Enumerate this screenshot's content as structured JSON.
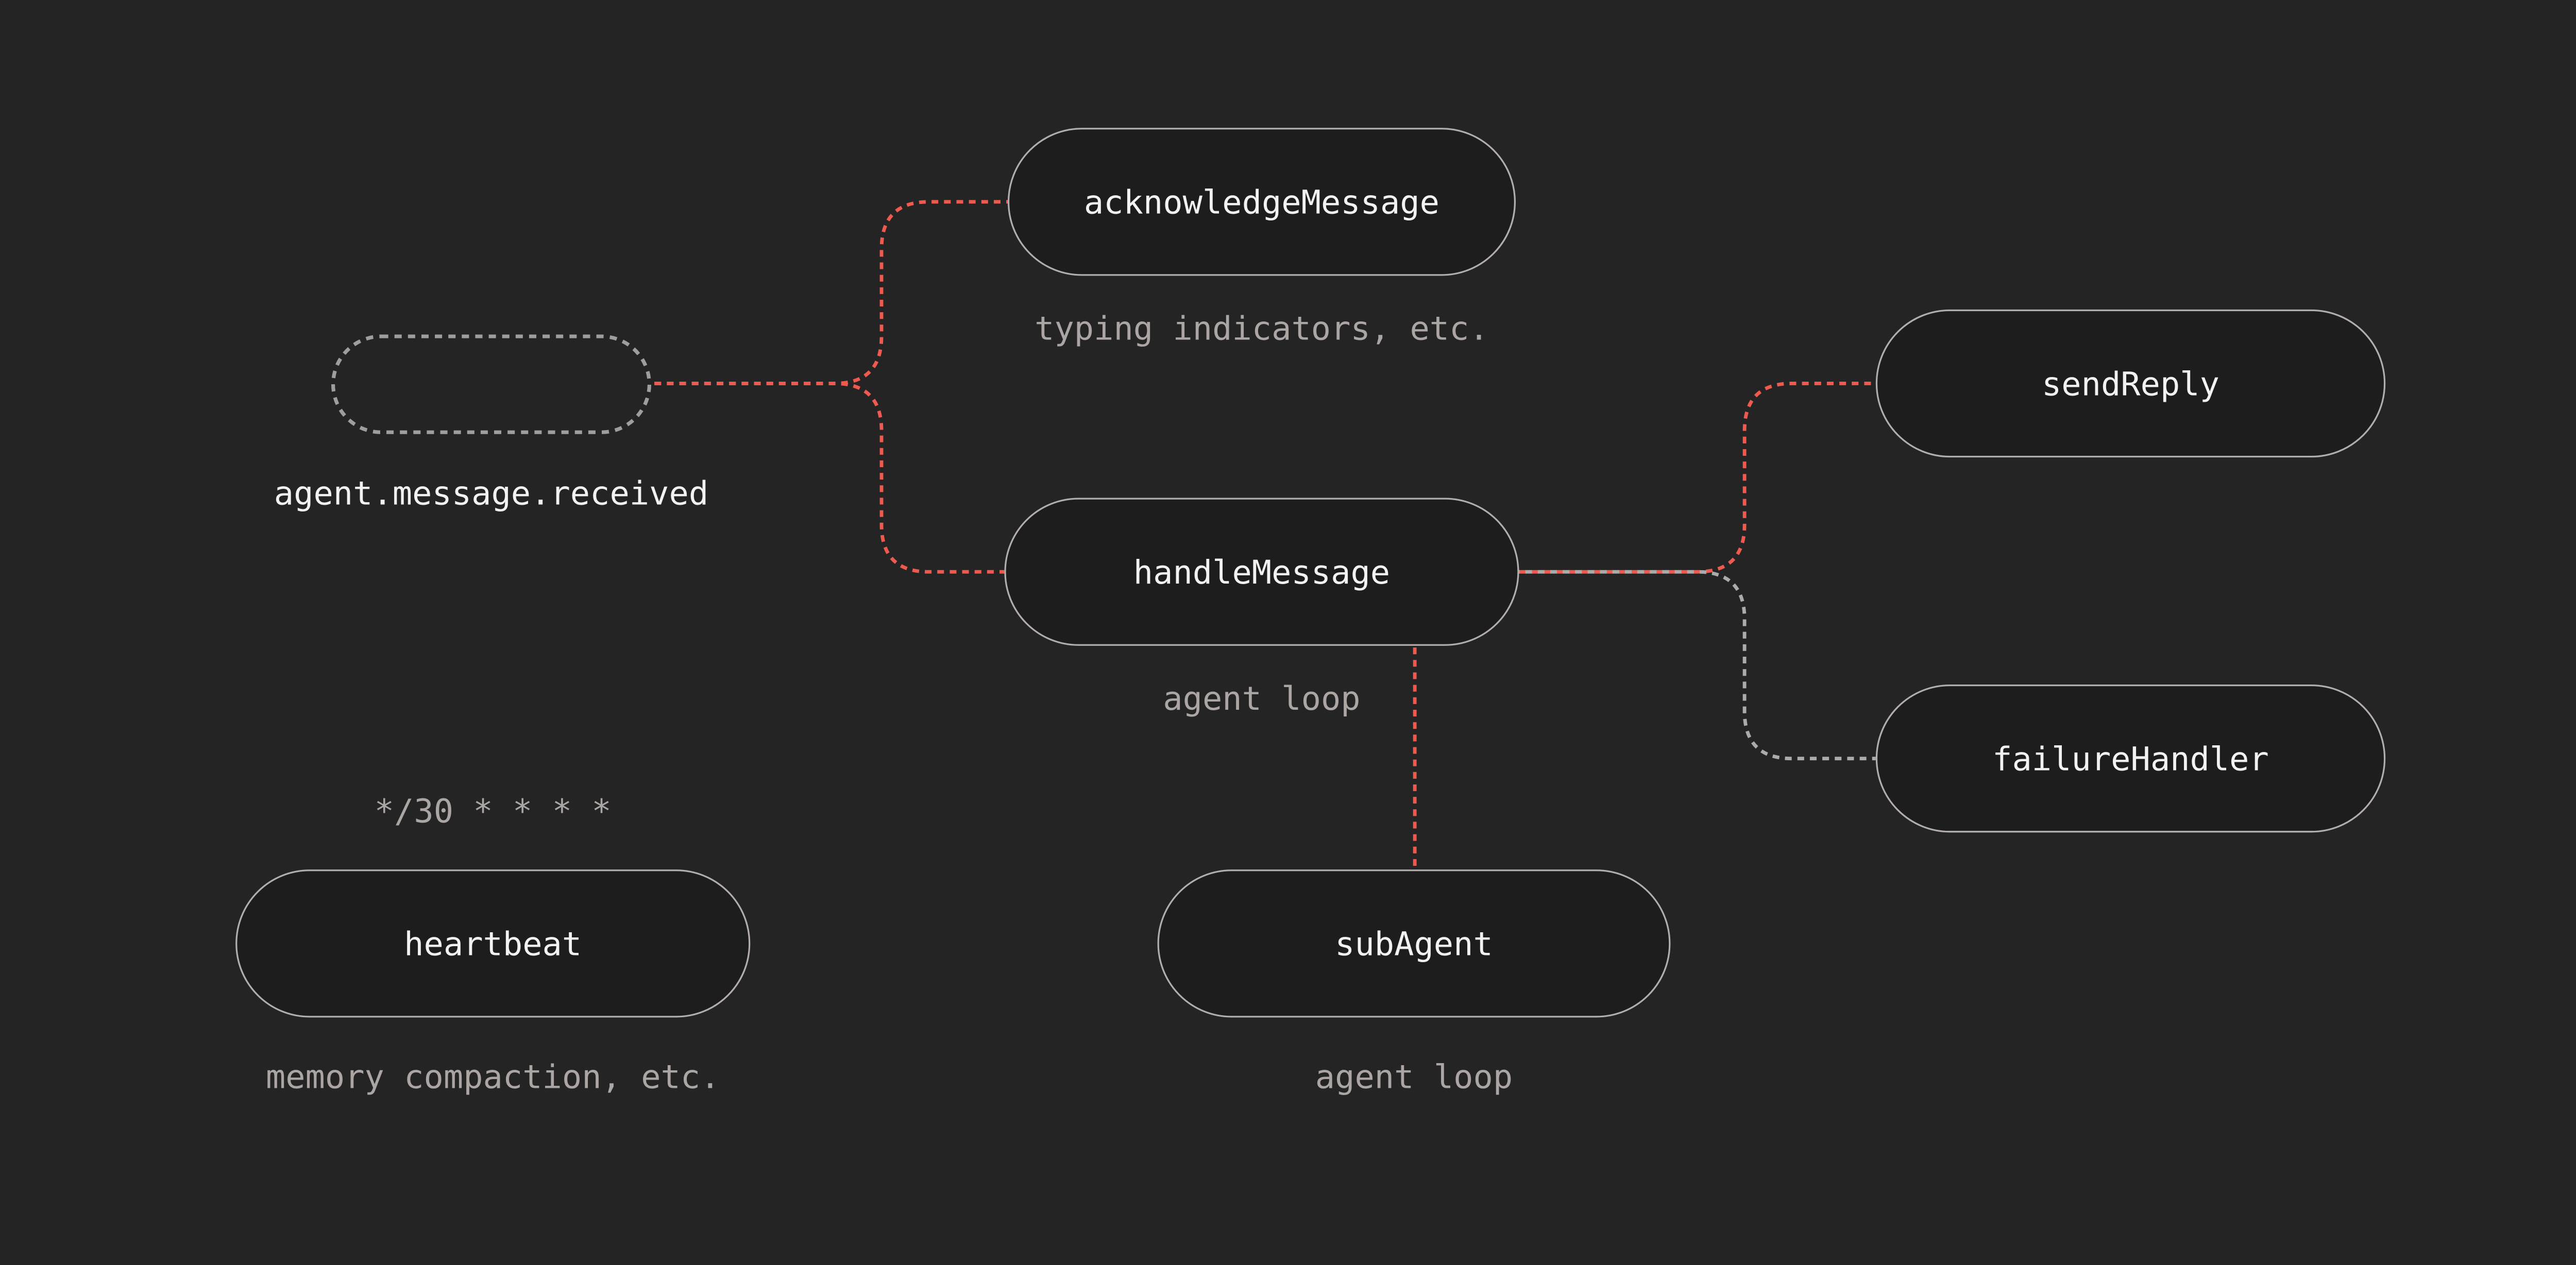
{
  "palette": {
    "background": "#242424",
    "node_fill": "#1d1d1d",
    "node_border": "#b3adad",
    "event_node_border": "#9e9e9e",
    "edge_red": "#ee5a4f",
    "edge_gray": "#ababab",
    "label_white": "#f4f2f1",
    "caption_gray": "#aba5a3"
  },
  "diagram": {
    "event": {
      "label": "agent.message.received"
    },
    "acknowledge": {
      "label": "acknowledgeMessage",
      "caption": "typing indicators, etc."
    },
    "handle": {
      "label": "handleMessage",
      "caption": "agent loop"
    },
    "send_reply": {
      "label": "sendReply"
    },
    "failure_handler": {
      "label": "failureHandler"
    },
    "heartbeat": {
      "label": "heartbeat",
      "schedule": "*/30 * * * *",
      "caption": "memory compaction, etc."
    },
    "sub_agent": {
      "label": "subAgent",
      "caption": "agent loop"
    }
  },
  "edges": [
    {
      "from": "event",
      "to": "acknowledge",
      "color": "red",
      "style": "dashed"
    },
    {
      "from": "event",
      "to": "handle",
      "color": "red",
      "style": "dashed"
    },
    {
      "from": "handle",
      "to": "send_reply",
      "color": "red",
      "style": "dashed"
    },
    {
      "from": "handle",
      "to": "failure_handler",
      "color": "gray",
      "style": "dashed"
    },
    {
      "from": "handle",
      "to": "sub_agent",
      "color": "red",
      "style": "dashed"
    }
  ]
}
